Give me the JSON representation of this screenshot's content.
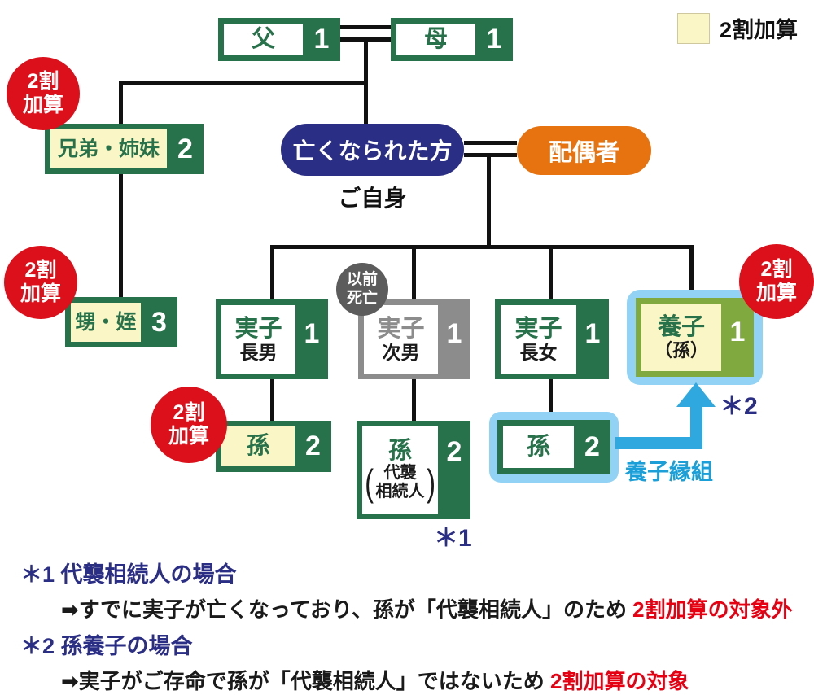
{
  "legend": {
    "label": "2割加算"
  },
  "surcharge_badge": {
    "line1": "2割",
    "line2": "加算"
  },
  "nodes": {
    "father": {
      "label": "父",
      "count": "1"
    },
    "mother": {
      "label": "母",
      "count": "1"
    },
    "siblings": {
      "label": "兄弟・姉妹",
      "count": "2"
    },
    "nephew_niece": {
      "label": "甥・姪",
      "count": "3"
    },
    "deceased": {
      "label": "亡くなられた方",
      "caption": "ご自身"
    },
    "spouse": {
      "label": "配偶者"
    },
    "child_eldest_son": {
      "label": "実子",
      "sublabel": "長男",
      "count": "1"
    },
    "child_second_son": {
      "label": "実子",
      "sublabel": "次男",
      "count": "1",
      "status_line1": "以前",
      "status_line2": "死亡"
    },
    "child_eldest_daughter": {
      "label": "実子",
      "sublabel": "長女",
      "count": "1"
    },
    "adopted_grandchild": {
      "label": "養子",
      "sublabel": "（孫）",
      "count": "1",
      "note_ref": "＊2"
    },
    "grandchild_of_eldest_son": {
      "label": "孫",
      "count": "2"
    },
    "grandchild_heir": {
      "label": "孫",
      "count": "2",
      "paren_open": "(",
      "paren_close": ")",
      "sub_line1": "代襲",
      "sub_line2": "相続人",
      "note_ref": "＊1"
    },
    "grandchild_adopted": {
      "label": "孫",
      "count": "2"
    }
  },
  "adoption": {
    "label": "養子縁組"
  },
  "notes": [
    {
      "ref": "＊1",
      "title": "代襲相続人の場合",
      "arrow": "➡",
      "body": "すでに実子が亡くなっており、孫が「代襲相続人」のため ",
      "highlight": "2割加算の対象外"
    },
    {
      "ref": "＊2",
      "title": "孫養子の場合",
      "arrow": "➡",
      "body": "実子がご存命で孫が「代襲相続人」ではないため ",
      "highlight": "2割加算の対象"
    }
  ],
  "colors": {
    "green": "#27724a",
    "yellow": "#fbf6c6",
    "olive": "#80aa40",
    "red_badge": "#dc101a",
    "red_text": "#e60012",
    "dark_blue": "#2b2e85",
    "orange": "#e77310",
    "light_blue": "#92d3f5",
    "arrow_blue": "#2fa8e0",
    "gray": "#8c8c8c"
  }
}
